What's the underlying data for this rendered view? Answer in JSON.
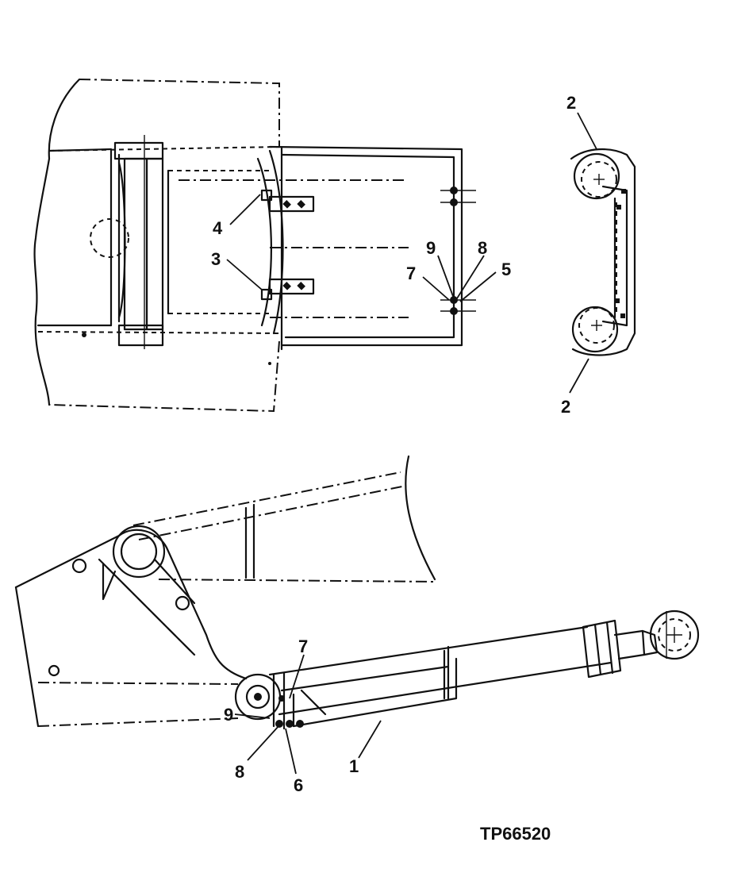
{
  "reference_number": "TP66520",
  "callouts": {
    "top_left": [
      "4",
      "3",
      "9",
      "8",
      "7",
      "5"
    ],
    "top_right": [
      "2",
      "2"
    ],
    "bottom": [
      "7",
      "9",
      "8",
      "6",
      "1"
    ]
  }
}
